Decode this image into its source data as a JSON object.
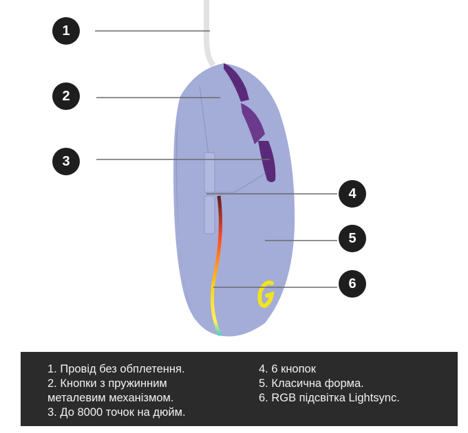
{
  "markers": [
    "1",
    "2",
    "3",
    "4",
    "5",
    "6"
  ],
  "features": {
    "left": [
      "1. Провід без обплетення.",
      "2. Кнопки з пружинним",
      "металевим механізмом.",
      "3. До 8000 точок на дюйм."
    ],
    "right": [
      "4. 6 кнопок",
      "5. Класична форма.",
      "6. RGB підсвітка Lightsync."
    ]
  },
  "colors": {
    "mouse_body": "#a4acd8",
    "accent_purple": "#5a2a7a",
    "panel_bg": "#2b2b2b",
    "logo": "#f1e41e"
  }
}
